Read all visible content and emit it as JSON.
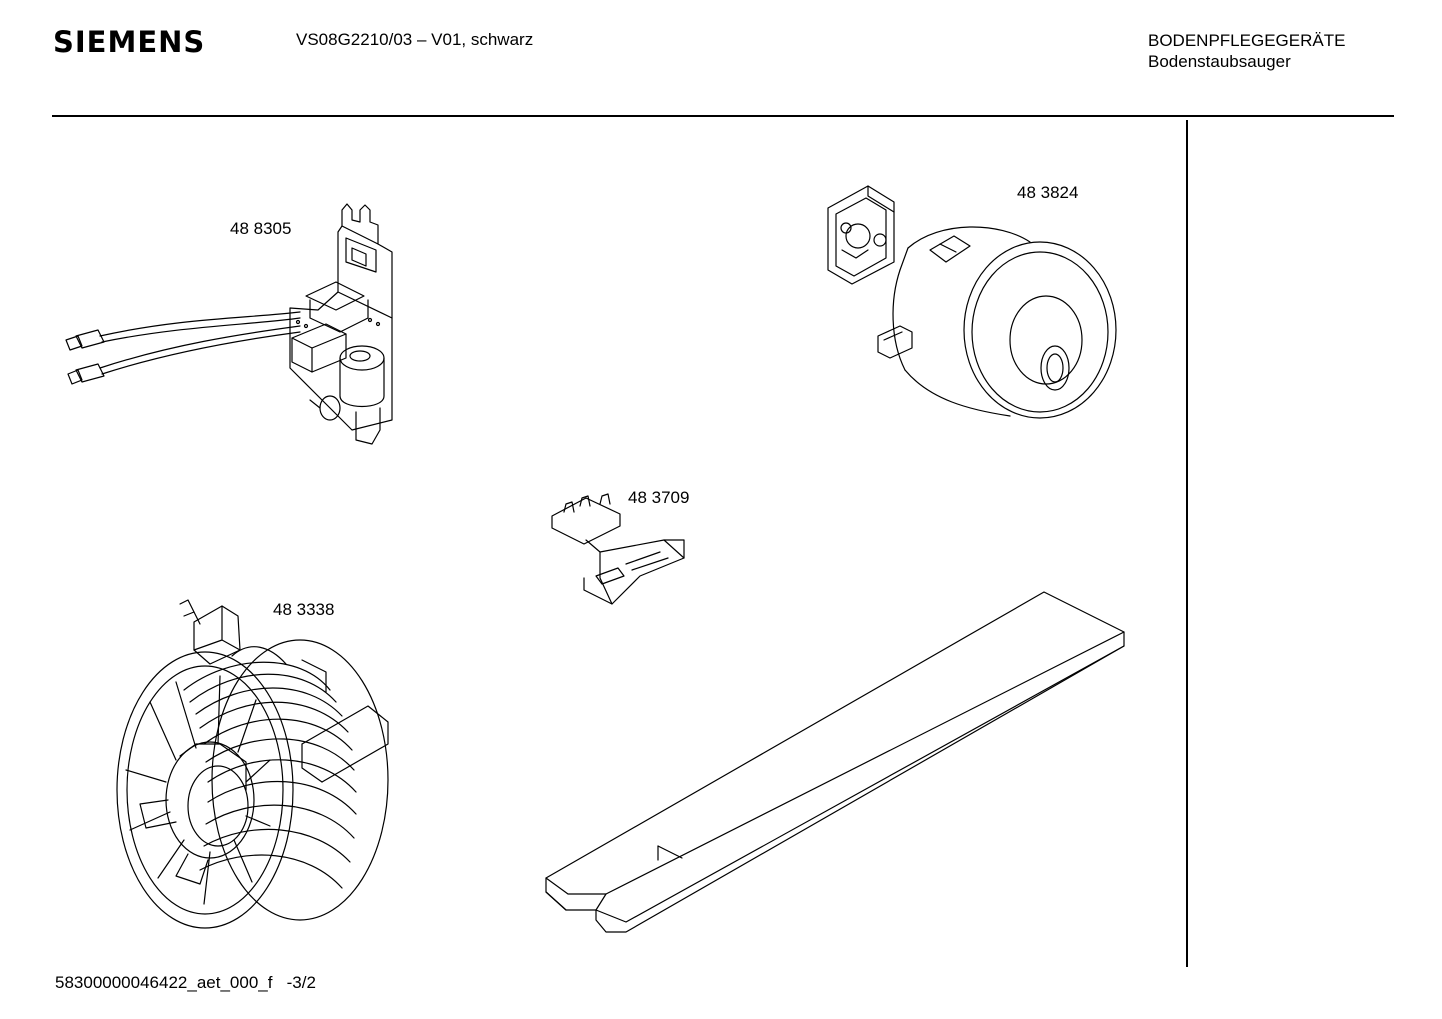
{
  "header": {
    "brand": "SIEMENS",
    "model": "VS08G2210/03 – V01, schwarz",
    "category": "BODENPFLEGEGERÄTE",
    "subcategory": "Bodenstaubsauger"
  },
  "parts": [
    {
      "part_number": "48 8305",
      "depicts": "circuit-board"
    },
    {
      "part_number": "48 3824",
      "depicts": "motor"
    },
    {
      "part_number": "48 3709",
      "depicts": "switch-clip"
    },
    {
      "part_number": "48 3338",
      "depicts": "cable-reel"
    }
  ],
  "footer": {
    "document_id": "58300000046422_aet_000_f",
    "page": "-3/2"
  }
}
